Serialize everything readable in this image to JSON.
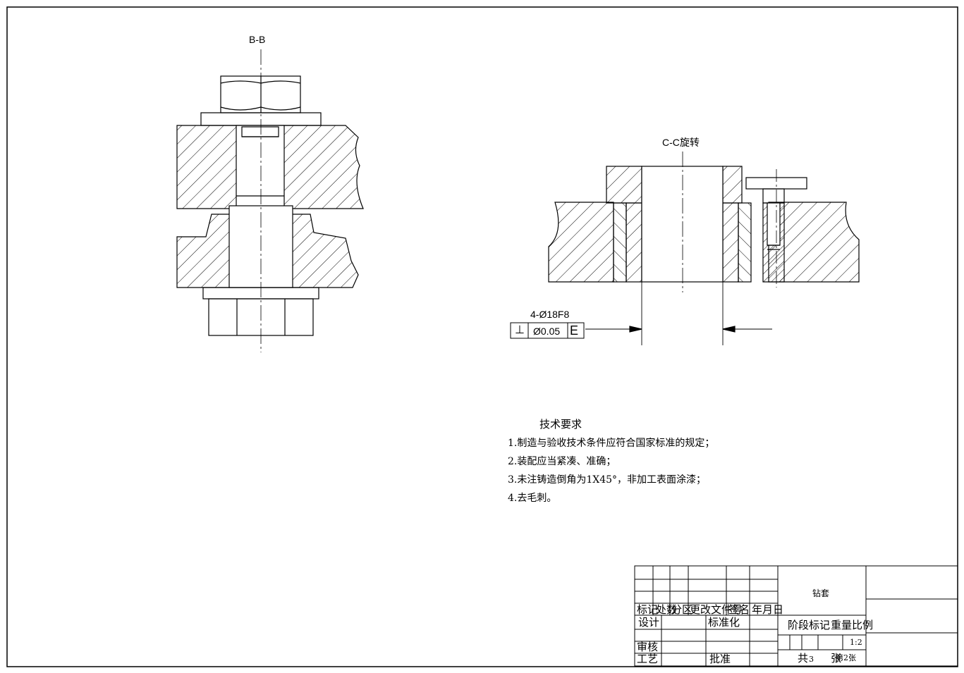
{
  "views": {
    "section_b": "B-B",
    "section_c": "C-C旋转"
  },
  "dimension": {
    "hole_spec": "4-Ø18F8",
    "tolerance_symbol": "⊥",
    "tolerance_value": "Ø0.05",
    "datum": "E"
  },
  "requirements": {
    "heading": "技术要求",
    "items": [
      "1.制造与验收技术条件应符合国家标准的规定；",
      "2.装配应当紧凑、准确；",
      "3.未注铸造倒角为1X45°，非加工表面涂漆；",
      "4.去毛刺。"
    ]
  },
  "title_block": {
    "part_name": "钻套",
    "header_row": [
      "标记",
      "处数",
      "分区",
      "更改文件号",
      "签名",
      "年月日"
    ],
    "design": "设计",
    "standardization": "标准化",
    "review": "审核",
    "process": "工艺",
    "approve": "批准",
    "stage_mark": "阶段标记",
    "weight": "重量",
    "scale_label": "比例",
    "scale_value": "1:2",
    "total": "共",
    "total_count": "3",
    "sheet": "张",
    "sheet_no": "第2张"
  }
}
